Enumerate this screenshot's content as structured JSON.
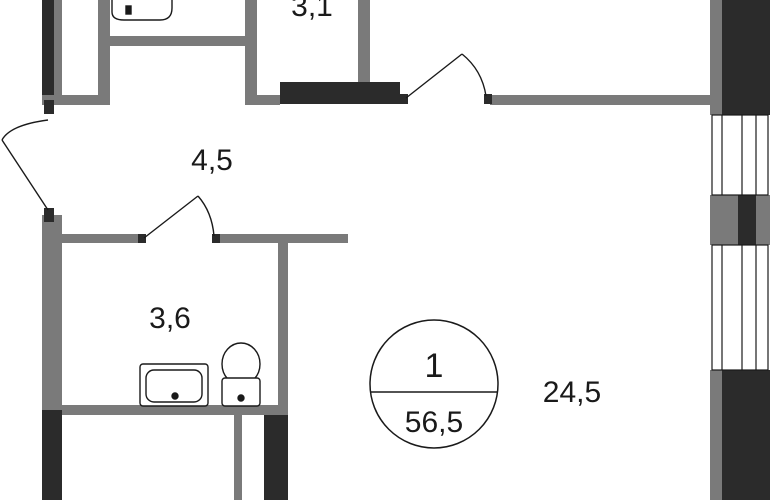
{
  "rooms": [
    {
      "id": "storage",
      "area": "3,1"
    },
    {
      "id": "hall",
      "area": "4,5"
    },
    {
      "id": "bathroom",
      "area": "3,6"
    },
    {
      "id": "living",
      "area": "24,5"
    }
  ],
  "badge": {
    "rooms_count": "1",
    "total_area": "56,5"
  },
  "colors": {
    "wall": "#7a7a7a",
    "wall_dark": "#2b2b2b",
    "line": "#1a1a1a",
    "window": "#ffffff"
  }
}
